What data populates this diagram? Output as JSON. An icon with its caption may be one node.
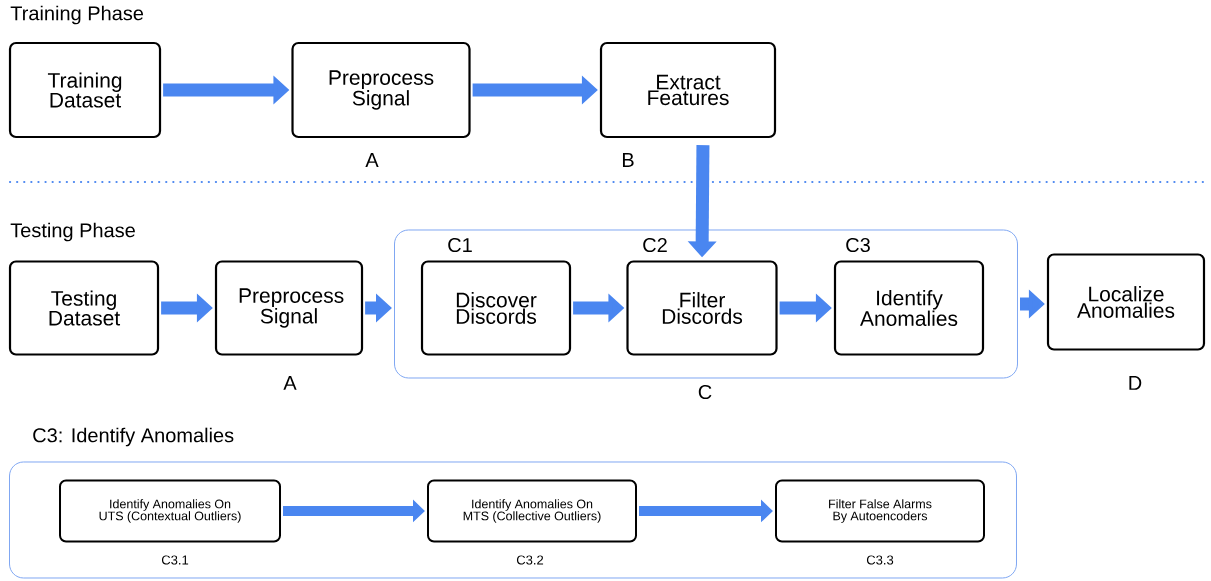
{
  "diagram": {
    "nodes": [
      {
        "text": [
          "Training Dataset"
        ]
      },
      {
        "text": [
          "Preprocess Signal"
        ],
        "beside": [
          "A"
        ]
      },
      {
        "text": [
          "Extract Features"
        ],
        "beside": [
          "B"
        ]
      },
      {
        "text": [
          "Testing Dataset"
        ]
      },
      {
        "text": [
          "Preprocess Signal"
        ],
        "beside": [
          "A"
        ]
      },
      {
        "text": [],
        "shape": "box",
        "beside": [
          "C"
        ]
      },
      {
        "text": [
          "Discover Discords"
        ],
        "beside": [
          "C1"
        ],
        "in": 5
      },
      {
        "text": [
          "Filter Discords"
        ],
        "beside": [
          "C2"
        ],
        "in": 5
      },
      {
        "text": [
          "Identify Anomalies"
        ],
        "beside": [
          "C3"
        ],
        "in": 5
      },
      {
        "text": [
          "Localize Anomalies"
        ],
        "beside": [
          "D"
        ]
      },
      {
        "text": [
          "C3: Identify Anomalies"
        ]
      },
      {
        "text": [
          "Identify Anomalies On UTS (Contextual Outliers)"
        ],
        "beside": [
          "C3.1"
        ],
        "in": 10
      },
      {
        "text": [
          "Identify Anomalies On MTS (Collective Outliers)"
        ],
        "beside": [
          "C3.2"
        ],
        "in": 10
      },
      {
        "text": [
          "Filter False Alarms By Autoencoders"
        ],
        "beside": [
          "C3.3"
        ],
        "in": 10
      }
    ],
    "edges": [
      {
        "from": 0,
        "to": 1,
        "arrow": "to"
      },
      {
        "from": 1,
        "to": 2,
        "arrow": "to"
      },
      {
        "from": 2,
        "to": 7,
        "arrow": "to"
      },
      {
        "from": 3,
        "to": 4,
        "arrow": "to"
      },
      {
        "from": 4,
        "to": 5,
        "arrow": "to"
      },
      {
        "from": 6,
        "to": 7,
        "arrow": "to"
      },
      {
        "from": 7,
        "to": 8,
        "arrow": "to"
      },
      {
        "from": 5,
        "to": 9,
        "arrow": "to"
      },
      {
        "from": 11,
        "to": 12,
        "arrow": "to"
      },
      {
        "from": 12,
        "to": 13,
        "arrow": "to"
      }
    ],
    "labels": [
      "Training Phase",
      "Testing Phase"
    ]
  }
}
